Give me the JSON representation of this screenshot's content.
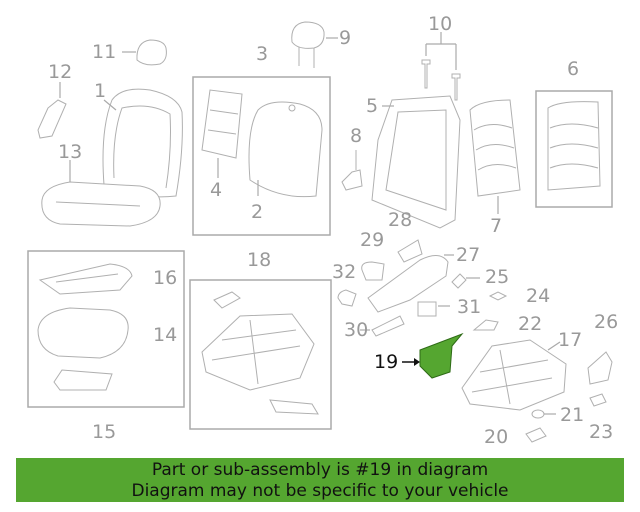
{
  "diagram": {
    "callouts": [
      "1",
      "2",
      "3",
      "4",
      "5",
      "6",
      "7",
      "8",
      "9",
      "10",
      "11",
      "12",
      "13",
      "14",
      "15",
      "16",
      "17",
      "18",
      "19",
      "20",
      "21",
      "22",
      "23",
      "24",
      "25",
      "26",
      "27",
      "28",
      "29",
      "30",
      "31",
      "32"
    ],
    "highlighted_part": "19",
    "highlight_color": "#55a630"
  },
  "banner": {
    "line1": "Part or sub-assembly is #19 in diagram",
    "line2": "Diagram may not be specific to your vehicle",
    "background": "#55a630"
  }
}
